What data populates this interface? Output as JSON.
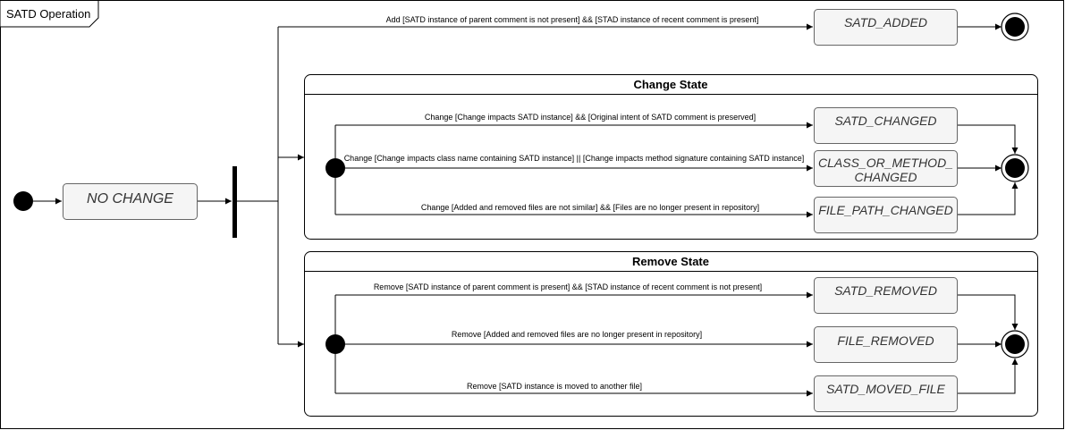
{
  "frame": {
    "title": "SATD Operation"
  },
  "states": {
    "no_change": "NO CHANGE",
    "satd_added": "SATD_ADDED",
    "satd_changed": "SATD_CHANGED",
    "class_or_method_changed_1": "CLASS_OR_METHOD_",
    "class_or_method_changed_2": "CHANGED",
    "file_path_changed": "FILE_PATH_CHANGED",
    "satd_removed": "SATD_REMOVED",
    "file_removed": "FILE_REMOVED",
    "satd_moved_file": "SATD_MOVED_FILE"
  },
  "composites": {
    "change_state": "Change State",
    "remove_state": "Remove State"
  },
  "transitions": {
    "add": "Add [SATD instance of parent comment is not present] && [STAD instance of recent comment is present]",
    "change_preserved": "Change [Change impacts SATD instance] && [Original intent of SATD comment is preserved]",
    "change_class_method": "Change [Change impacts class name containing SATD instance] || [Change impacts method signature containing SATD instance]",
    "change_file_path": "Change [Added and removed files are not similar] && [Files are no longer present in repository]",
    "remove_parent": "Remove [SATD instance of parent comment is  present] && [STAD instance of recent comment is not present]",
    "remove_files": "Remove [Added and removed files are no longer present in repository]",
    "remove_moved": "Remove [SATD instance is moved to another file]"
  }
}
